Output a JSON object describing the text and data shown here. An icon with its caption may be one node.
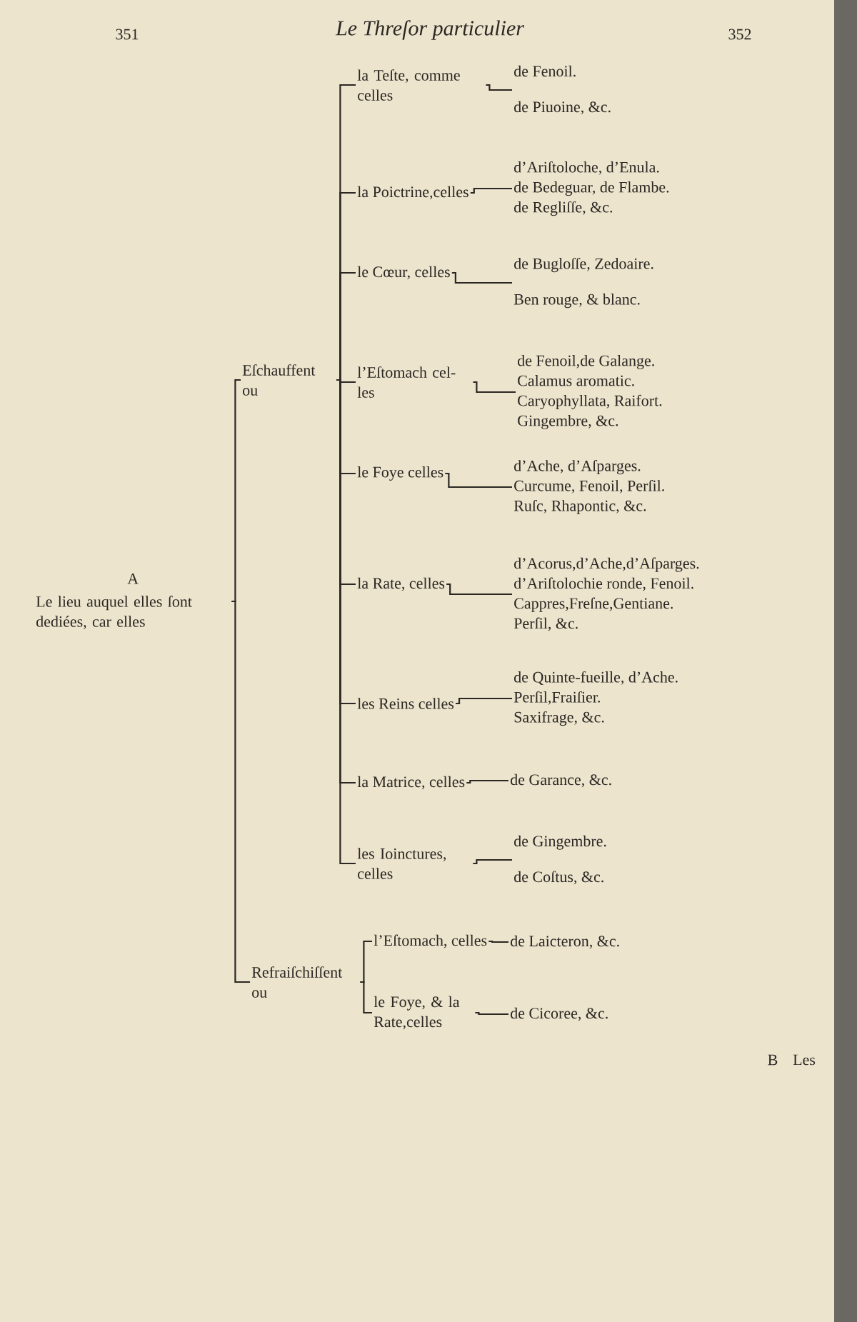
{
  "diagram": {
    "title": "Le Threſor particulier",
    "nodes": [
      {
        "text": [
          "A",
          "Le lieu auquel elles ſont dediées, car elles"
        ]
      },
      {
        "text": [
          "Eſchauffent ou"
        ]
      },
      {
        "text": [
          "la Teſte, comme celles"
        ]
      },
      {
        "text": [
          "de Fenoil.",
          "de Piuoine, &c."
        ]
      },
      {
        "text": [
          "la Poictrine,celles"
        ]
      },
      {
        "text": [
          "d’Ariſtoloche, d’Enula.",
          "de Bedeguar, de Flambe.",
          "de Regliſſe, &c."
        ]
      },
      {
        "text": [
          "le Cœur, celles"
        ]
      },
      {
        "text": [
          "de Bugloſſe, Zedoaire.",
          "Ben rouge, & blanc."
        ]
      },
      {
        "text": [
          "l’Eſtomach cel-les"
        ]
      },
      {
        "text": [
          "de Fenoil,de Galange.",
          "Calamus aromatic.",
          "Caryophyllata, Raifort.",
          "Gingembre, &c."
        ]
      },
      {
        "text": [
          "le Foye celles"
        ]
      },
      {
        "text": [
          "d’Ache, d’Aſparges.",
          "Curcume, Fenoil, Perſil.",
          "Ruſc, Rhapontic, &c."
        ]
      },
      {
        "text": [
          "la Rate, celles"
        ]
      },
      {
        "text": [
          "d’Acorus,d’Ache,d’Aſparges.",
          "d’Ariſtolochie ronde, Fenoil.",
          "Cappres,Freſne,Gentiane.",
          "Perſil, &c."
        ]
      },
      {
        "text": [
          "les Reins celles"
        ]
      },
      {
        "text": [
          "de Quinte-fueille, d’Ache.",
          "Perſil,Fraiſier.",
          "Saxifrage, &c."
        ]
      },
      {
        "text": [
          "la Matrice, celles"
        ]
      },
      {
        "text": [
          "de Garance, &c."
        ]
      },
      {
        "text": [
          "les Ioinctures, celles"
        ]
      },
      {
        "text": [
          "de Gingembre.",
          "de Coſtus, &c."
        ]
      },
      {
        "text": [
          "Refraiſchiſſent ou"
        ]
      },
      {
        "text": [
          "l’Eſtomach, celles"
        ]
      },
      {
        "text": [
          "de Laicteron, &c."
        ]
      },
      {
        "text": [
          "le Foye, & la Rate,celles"
        ]
      },
      {
        "text": [
          "de Cicoree, &c."
        ]
      }
    ],
    "edges": [
      {
        "from": 0,
        "to": 1,
        "arrow": "none"
      },
      {
        "from": 0,
        "to": 20,
        "arrow": "none"
      },
      {
        "from": 1,
        "to": 2,
        "arrow": "none"
      },
      {
        "from": 1,
        "to": 4,
        "arrow": "none"
      },
      {
        "from": 1,
        "to": 6,
        "arrow": "none"
      },
      {
        "from": 1,
        "to": 8,
        "arrow": "none"
      },
      {
        "from": 1,
        "to": 10,
        "arrow": "none"
      },
      {
        "from": 1,
        "to": 12,
        "arrow": "none"
      },
      {
        "from": 1,
        "to": 14,
        "arrow": "none"
      },
      {
        "from": 1,
        "to": 16,
        "arrow": "none"
      },
      {
        "from": 1,
        "to": 18,
        "arrow": "none"
      },
      {
        "from": 2,
        "to": 3,
        "arrow": "none"
      },
      {
        "from": 4,
        "to": 5,
        "arrow": "none"
      },
      {
        "from": 6,
        "to": 7,
        "arrow": "none"
      },
      {
        "from": 8,
        "to": 9,
        "arrow": "none"
      },
      {
        "from": 10,
        "to": 11,
        "arrow": "none"
      },
      {
        "from": 12,
        "to": 13,
        "arrow": "none"
      },
      {
        "from": 14,
        "to": 15,
        "arrow": "none"
      },
      {
        "from": 16,
        "to": 17,
        "arrow": "none"
      },
      {
        "from": 18,
        "to": 19,
        "arrow": "none"
      },
      {
        "from": 20,
        "to": 21,
        "arrow": "none"
      },
      {
        "from": 20,
        "to": 23,
        "arrow": "none"
      },
      {
        "from": 21,
        "to": 22,
        "arrow": "none"
      },
      {
        "from": 23,
        "to": 24,
        "arrow": "none"
      }
    ],
    "labels": [
      "351",
      "352",
      "B",
      "Les"
    ]
  }
}
